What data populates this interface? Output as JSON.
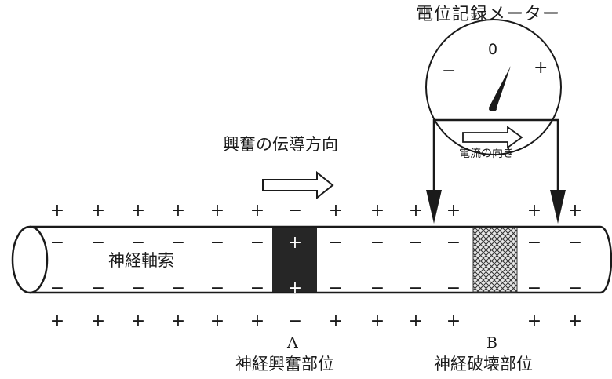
{
  "meter": {
    "title": "電位記録メーター",
    "zero": "0",
    "minus": "−",
    "plus": "+"
  },
  "current_direction_label": "電流の向き",
  "conduction_direction_label": "興奮の伝導方向",
  "axon_label": "神経軸索",
  "site_a": {
    "letter": "A",
    "name": "神経興奮部位"
  },
  "site_b": {
    "letter": "B",
    "name": "神経破壊部位"
  },
  "outer_top_signs": [
    "+",
    "+",
    "+",
    "+",
    "+",
    "+",
    "−",
    "+",
    "+",
    "+",
    "+",
    "+",
    "+"
  ],
  "inner_top_signs": [
    "−",
    "−",
    "−",
    "−",
    "−",
    "−",
    "+",
    "−",
    "−",
    "−",
    "−",
    "−",
    "−"
  ],
  "inner_bottom_signs": [
    "−",
    "−",
    "−",
    "−",
    "−",
    "−",
    "+",
    "−",
    "−",
    "−",
    "−",
    "−",
    "−"
  ],
  "outer_bottom_signs": [
    "+",
    "+",
    "+",
    "+",
    "+",
    "+",
    "−",
    "+",
    "+",
    "+",
    "+",
    "+",
    "+"
  ],
  "colors": {
    "ink": "#1a1a1a",
    "excited_region": "#262626"
  }
}
